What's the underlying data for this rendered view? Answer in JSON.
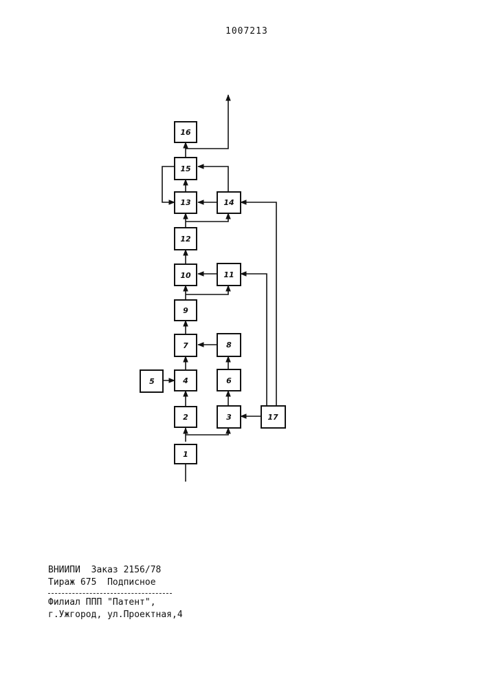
{
  "header": {
    "page_number": "1007213"
  },
  "diagram": {
    "blocks": [
      {
        "id": "b1",
        "label": "1"
      },
      {
        "id": "b2",
        "label": "2"
      },
      {
        "id": "b3",
        "label": "3"
      },
      {
        "id": "b4",
        "label": "4"
      },
      {
        "id": "b5",
        "label": "5"
      },
      {
        "id": "b6",
        "label": "6"
      },
      {
        "id": "b7",
        "label": "7"
      },
      {
        "id": "b8",
        "label": "8"
      },
      {
        "id": "b9",
        "label": "9"
      },
      {
        "id": "b10",
        "label": "10"
      },
      {
        "id": "b11",
        "label": "11"
      },
      {
        "id": "b12",
        "label": "12"
      },
      {
        "id": "b13",
        "label": "13"
      },
      {
        "id": "b14",
        "label": "14"
      },
      {
        "id": "b15",
        "label": "15"
      },
      {
        "id": "b16",
        "label": "16"
      },
      {
        "id": "b17",
        "label": "17"
      }
    ]
  },
  "imprint": {
    "line1": "ВНИИПИ  Заказ 2156/78",
    "line2": "Тираж 675  Подписное",
    "line3": "Филиал ППП \"Патент\",",
    "line4": "г.Ужгород, ул.Проектная,4"
  }
}
